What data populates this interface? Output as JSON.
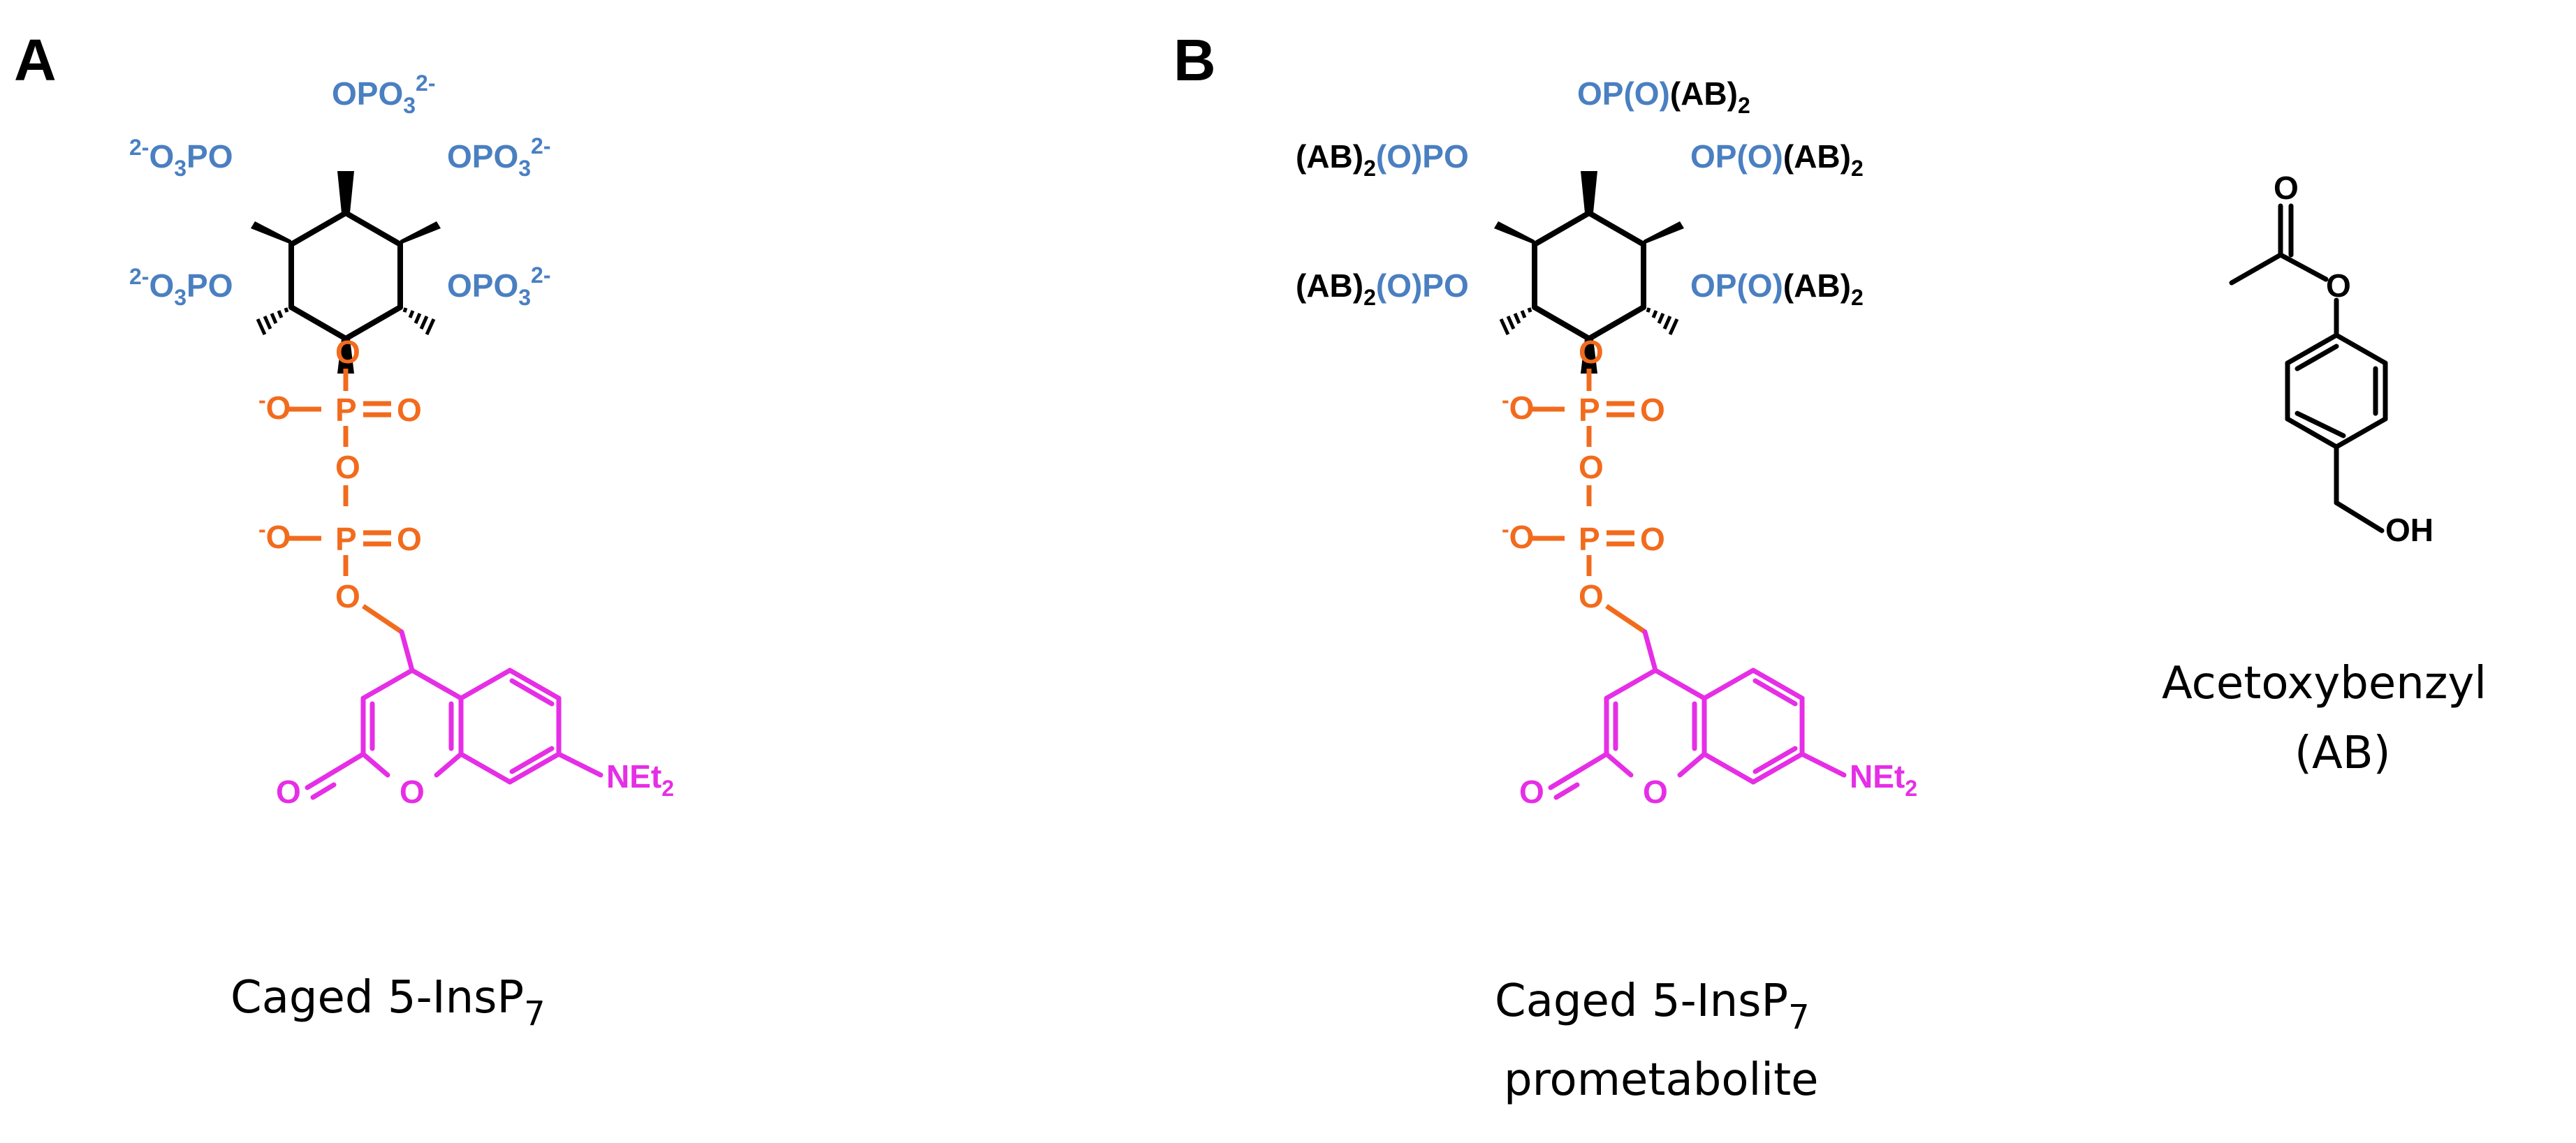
{
  "panels": {
    "a": {
      "letter": "A",
      "caption_main": "Caged 5-InsP",
      "caption_sub": "7",
      "substituents": {
        "top": "OPO",
        "top_sub": "3",
        "top_sup": "2-",
        "upper_left_sup": "2-",
        "upper_left": "O",
        "upper_left_sub": "3",
        "upper_left_tail": "PO",
        "upper_right": "OPO",
        "upper_right_sub": "3",
        "upper_right_sup": "2-",
        "lower_left_sup": "2-",
        "lower_left": "O",
        "lower_left_sub": "3",
        "lower_left_tail": "PO",
        "lower_right": "OPO",
        "lower_right_sub": "3",
        "lower_right_sup": "2-"
      }
    },
    "b": {
      "letter": "B",
      "caption_line1_main": "Caged 5-InsP",
      "caption_line1_sub": "7",
      "caption_line2": "prometabolite",
      "substituents": {
        "top_blue": "OP(O)",
        "top_black": "(AB)",
        "top_sub": "2",
        "upper_left_black": "(AB)",
        "upper_left_sub": "2",
        "upper_left_blue": "(O)PO",
        "upper_right_blue": "OP(O)",
        "upper_right_black": "(AB)",
        "upper_right_sub": "2",
        "lower_left_black": "(AB)",
        "lower_left_sub": "2",
        "lower_left_blue": "(O)PO",
        "lower_right_blue": "OP(O)",
        "lower_right_black": "(AB)",
        "lower_right_sub": "2"
      }
    },
    "ab": {
      "caption_line1": "Acetoxybenzyl",
      "caption_line2": "(AB)",
      "oh": "OH",
      "ester_o": "O",
      "carbonyl_o": "O"
    }
  },
  "linker": {
    "o": "O",
    "p": "P",
    "minus": "-",
    "double_o": "O"
  },
  "coumarin": {
    "carbonyl_o": "O",
    "ring_o": "O",
    "amine": "NEt",
    "amine_sub": "2"
  },
  "colors": {
    "phosphate_blue": "#4a7fc1",
    "linker_orange": "#f26b1d",
    "coumarin_magenta": "#e62ee6",
    "black": "#000000"
  }
}
